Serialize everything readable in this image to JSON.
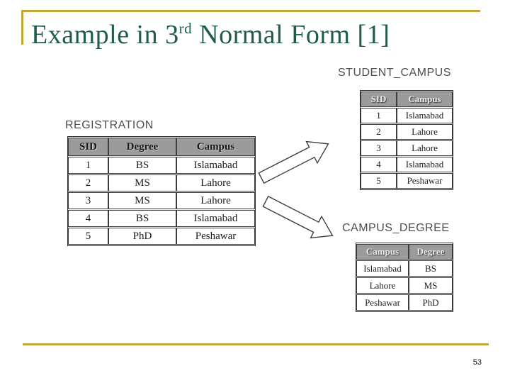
{
  "slide": {
    "title_prefix": "Example in 3",
    "title_superscript": "rd",
    "title_suffix": " Normal Form [1]",
    "page_number": "53",
    "colors": {
      "accent_gold": "#C3A63D",
      "title_green": "#1F5C49",
      "table_header_gray": "#9B9B9B"
    }
  },
  "tables": {
    "registration": {
      "label": "REGISTRATION",
      "headers": [
        "SID",
        "Degree",
        "Campus"
      ],
      "rows": [
        [
          "1",
          "BS",
          "Islamabad"
        ],
        [
          "2",
          "MS",
          "Lahore"
        ],
        [
          "3",
          "MS",
          "Lahore"
        ],
        [
          "4",
          "BS",
          "Islamabad"
        ],
        [
          "5",
          "PhD",
          "Peshawar"
        ]
      ]
    },
    "student_campus": {
      "label": "STUDENT_CAMPUS",
      "headers": [
        "SID",
        "Campus"
      ],
      "rows": [
        [
          "1",
          "Islamabad"
        ],
        [
          "2",
          "Lahore"
        ],
        [
          "3",
          "Lahore"
        ],
        [
          "4",
          "Islamabad"
        ],
        [
          "5",
          "Peshawar"
        ]
      ]
    },
    "campus_degree": {
      "label": "CAMPUS_DEGREE",
      "headers": [
        "Campus",
        "Degree"
      ],
      "rows": [
        [
          "Islamabad",
          "BS"
        ],
        [
          "Lahore",
          "MS"
        ],
        [
          "Peshawar",
          "PhD"
        ]
      ]
    }
  },
  "icons": {
    "arrow_to_student_campus": "block-arrow-up-right",
    "arrow_to_campus_degree": "block-arrow-down-right"
  }
}
